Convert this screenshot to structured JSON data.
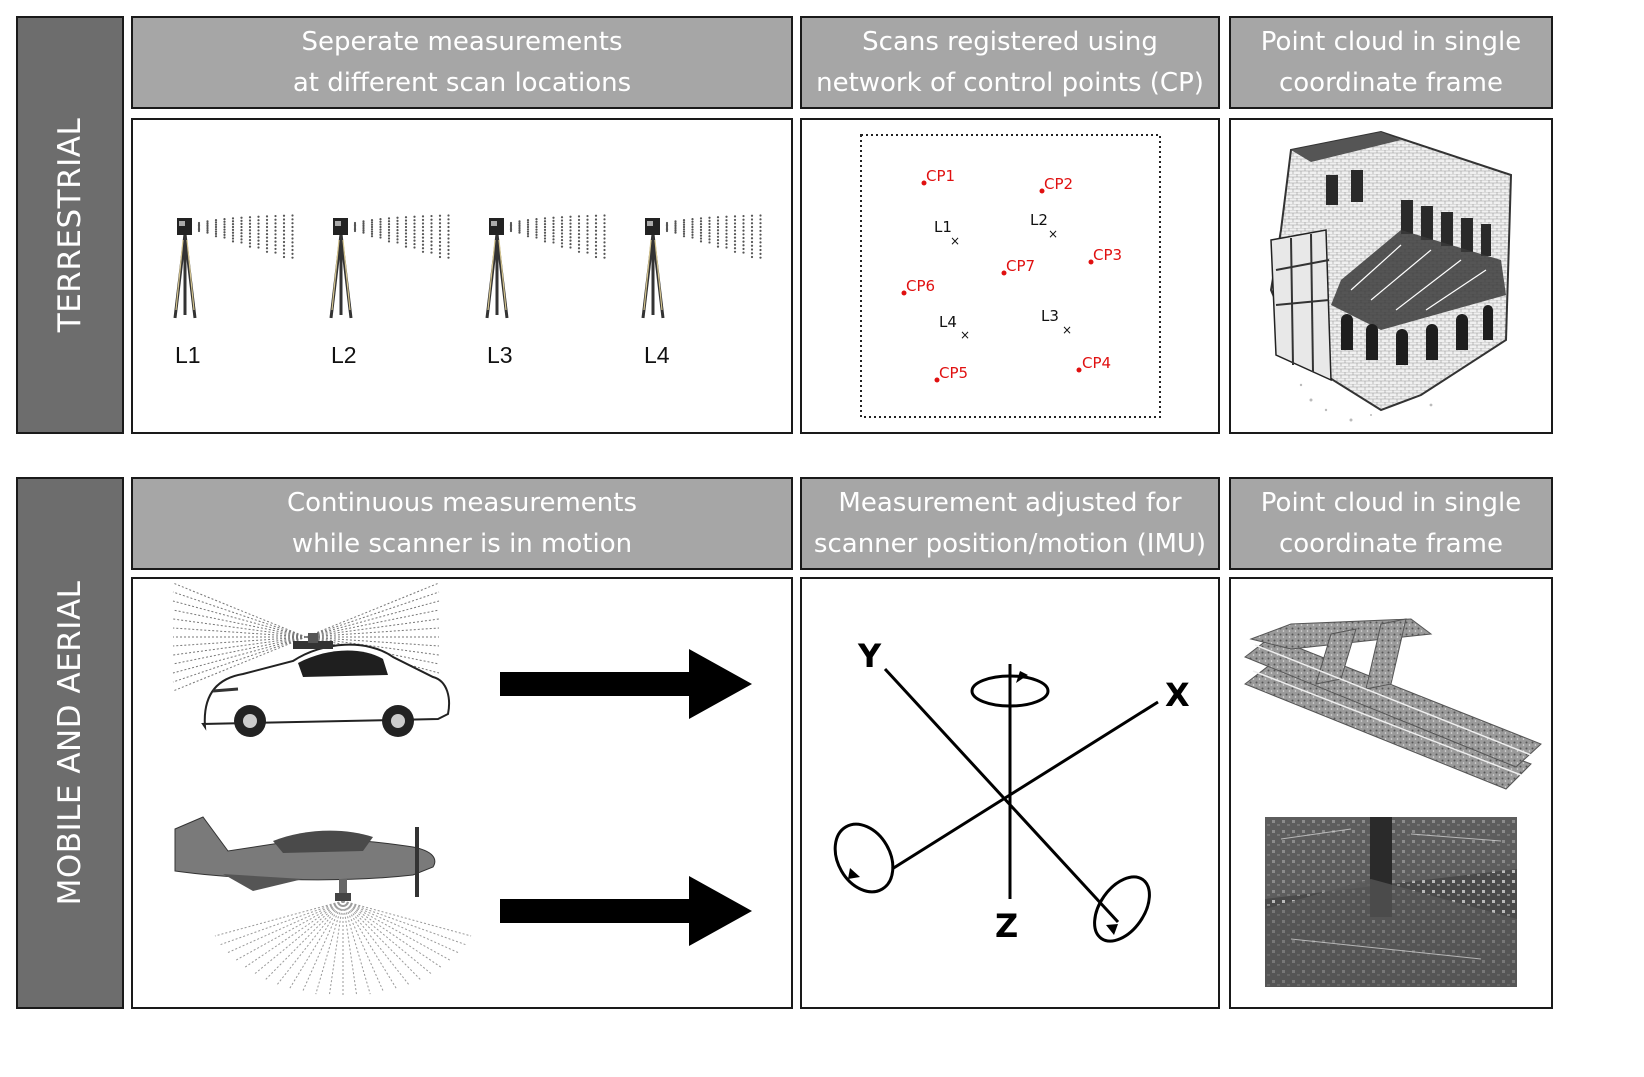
{
  "colors": {
    "side_bg": "#6d6d6d",
    "header_bg": "#a6a6a6",
    "border": "#1a1a1a",
    "control_point": "#e01010"
  },
  "terrestrial": {
    "label": "TERRESTRIAL",
    "headers": [
      "Seperate measurements\nat different scan locations",
      "Scans registered using\nnetwork of control points (CP)",
      "Point cloud in single\ncoordinate frame"
    ],
    "scan_locations": [
      "L1",
      "L2",
      "L3",
      "L4"
    ],
    "control_points": [
      "CP1",
      "CP2",
      "CP3",
      "CP4",
      "CP5",
      "CP6",
      "CP7"
    ],
    "network_locations": [
      "L1",
      "L2",
      "L3",
      "L4"
    ]
  },
  "mobile": {
    "label": "MOBILE AND AERIAL",
    "headers": [
      "Continuous measurements\nwhile scanner is in motion",
      "Measurement adjusted for\nscanner position/motion (IMU)",
      "Point cloud in single\ncoordinate frame"
    ],
    "axes": {
      "x": "X",
      "y": "Y",
      "z": "Z"
    }
  },
  "icons": [
    "tripod-scanner-icon",
    "car-scanner-icon",
    "airplane-scanner-icon",
    "arrow-right-icon",
    "rotation-icon",
    "building-pointcloud-icon",
    "road-pointcloud-icon",
    "city-pointcloud-icon"
  ]
}
